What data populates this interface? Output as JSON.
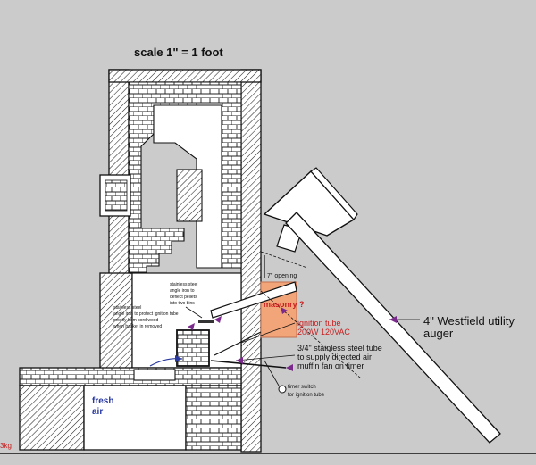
{
  "title": "scale 1\" = 1 foot",
  "auger_label": [
    "4\" Westfield utility",
    "auger"
  ],
  "steel_tube_label": [
    "3/4\" stainless steel tube",
    "to supply directed air",
    "muffin fan on timer"
  ],
  "ignition_tube_label": [
    "ignition tube",
    "200W 120VAC"
  ],
  "masonry_label": "masonry ?",
  "opening_label": "7\" opening",
  "stainless_deflector_label": [
    "stainless steel",
    "angle iron to",
    "deflect pellets",
    "into two bins"
  ],
  "stainless_angle_label": [
    "stainless steel",
    "angle iron to protect ignition tube",
    "mostly from cord wood",
    "when basket in removed"
  ],
  "fresh_air_label": [
    "fresh",
    "air"
  ],
  "timer_label": [
    "timer switch",
    "for ignition tube"
  ],
  "corner_fragment": "3kg",
  "colors": {
    "background": "#cbcbcb",
    "masonry_fill": "#f3a57a",
    "accent_red": "#c81e1e",
    "fresh_air_blue": "#2a3aa0",
    "arrow_purple": "#7a2a8a"
  }
}
